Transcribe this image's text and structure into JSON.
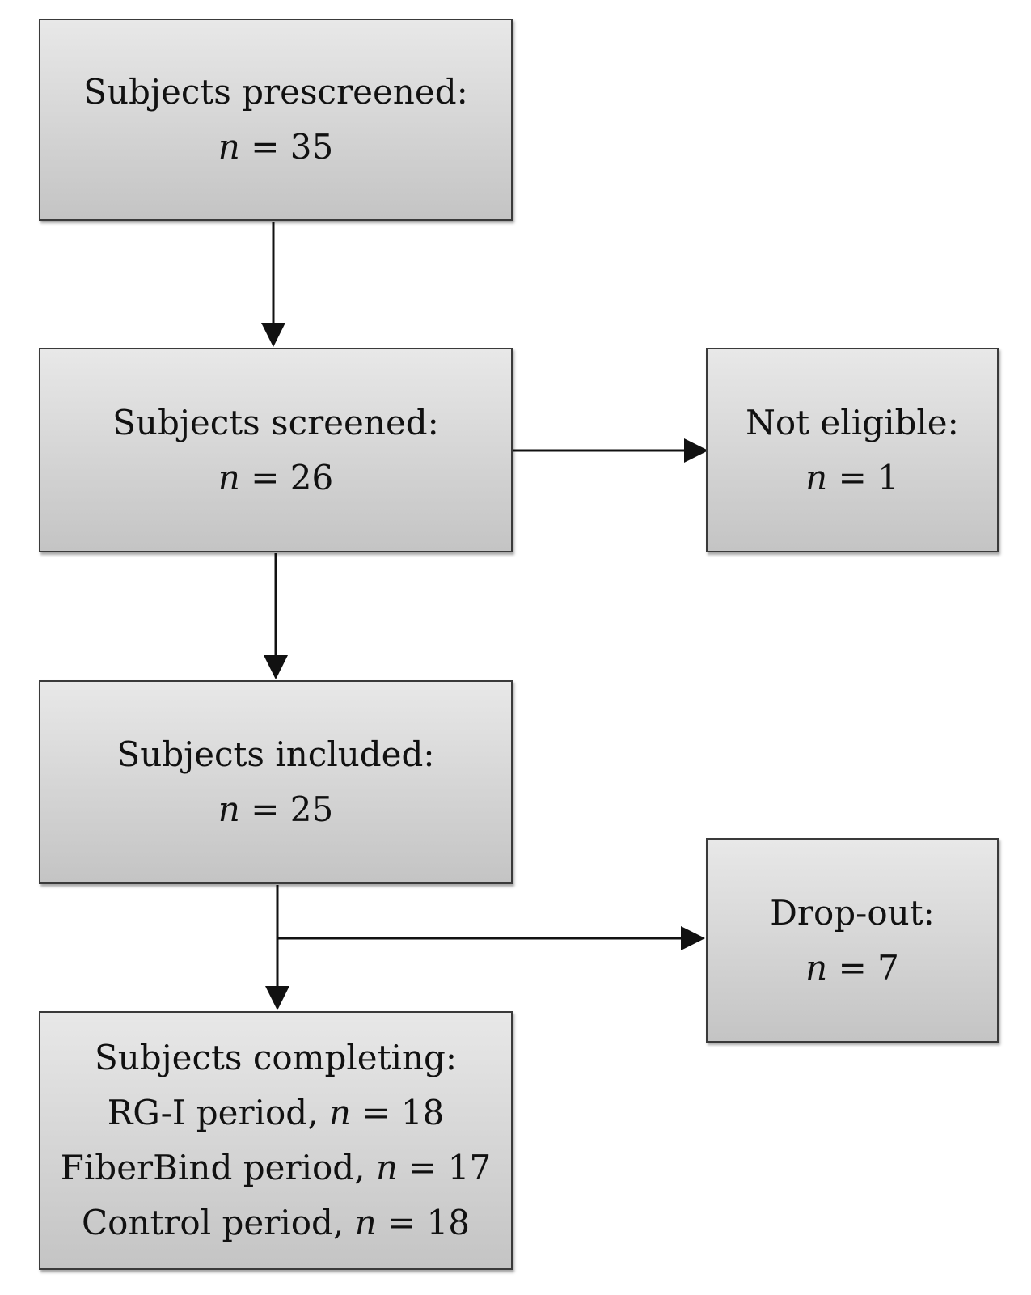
{
  "nodes": {
    "prescreened": {
      "title": "Subjects prescreened:",
      "n_var": "n",
      "n_eq": " = 35"
    },
    "screened": {
      "title": "Subjects screened:",
      "n_var": "n",
      "n_eq": " = 26"
    },
    "not_eligible": {
      "title": "Not eligible:",
      "n_var": "n",
      "n_eq": " = 1"
    },
    "included": {
      "title": "Subjects included:",
      "n_var": "n",
      "n_eq": " = 25"
    },
    "dropout": {
      "title": "Drop-out:",
      "n_var": "n",
      "n_eq": " = 7"
    },
    "completing": {
      "title": "Subjects completing:",
      "rows": [
        {
          "label": "RG-I period, ",
          "n_var": "n",
          "n_eq": " = 18"
        },
        {
          "label": "FiberBind period, ",
          "n_var": "n",
          "n_eq": " = 17"
        },
        {
          "label": "Control period, ",
          "n_var": "n",
          "n_eq": " = 18"
        }
      ]
    }
  }
}
